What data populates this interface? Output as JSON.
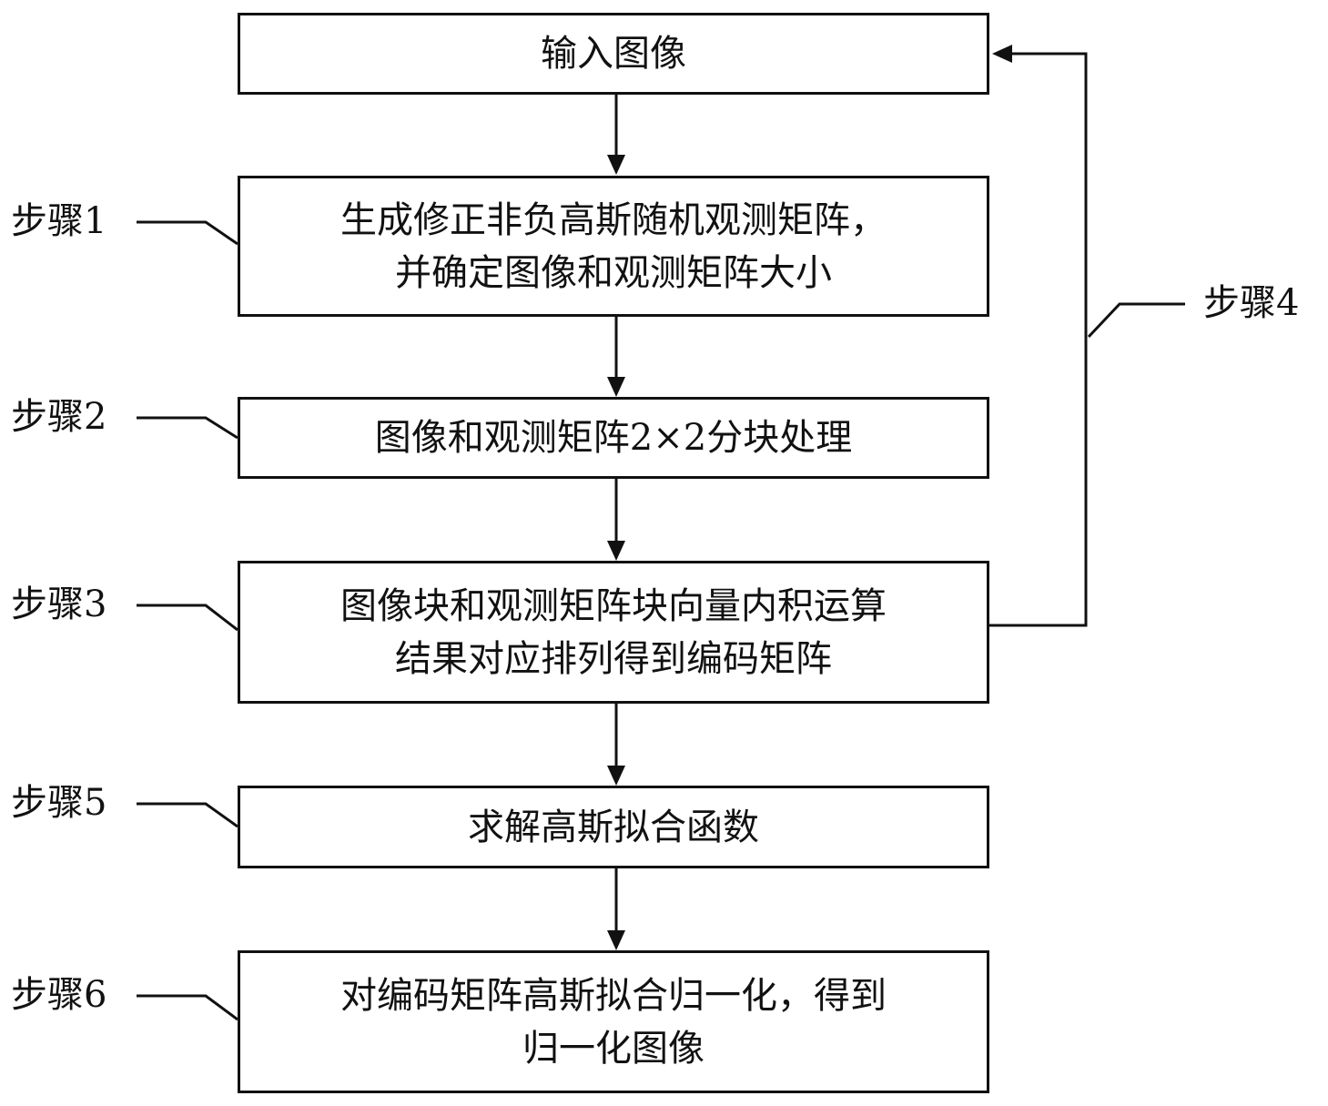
{
  "diagram": {
    "type": "flowchart",
    "nodes": [
      {
        "id": "input",
        "lines": [
          "输入图像"
        ]
      },
      {
        "id": "step1",
        "lines": [
          "生成修正非负高斯随机观测矩阵，",
          "并确定图像和观测矩阵大小"
        ]
      },
      {
        "id": "step2",
        "lines": [
          "图像和观测矩阵2×2分块处理"
        ]
      },
      {
        "id": "step3",
        "lines": [
          "图像块和观测矩阵块向量内积运算",
          "结果对应排列得到编码矩阵"
        ]
      },
      {
        "id": "step5",
        "lines": [
          "求解高斯拟合函数"
        ]
      },
      {
        "id": "step6",
        "lines": [
          "对编码矩阵高斯拟合归一化，得到",
          "归一化图像"
        ]
      }
    ],
    "labels": {
      "step1": "步骤1",
      "step2": "步骤2",
      "step3": "步骤3",
      "step4": "步骤4",
      "step5": "步骤5",
      "step6": "步骤6"
    },
    "edges": [
      {
        "from": "input",
        "to": "step1"
      },
      {
        "from": "step1",
        "to": "step2"
      },
      {
        "from": "step2",
        "to": "step3"
      },
      {
        "from": "step3",
        "to": "step5"
      },
      {
        "from": "step5",
        "to": "step6"
      },
      {
        "from": "step3",
        "to": "input",
        "label": "步骤4",
        "kind": "feedback-loop"
      }
    ],
    "colors": {
      "stroke": "#111111",
      "background": "#ffffff"
    }
  }
}
